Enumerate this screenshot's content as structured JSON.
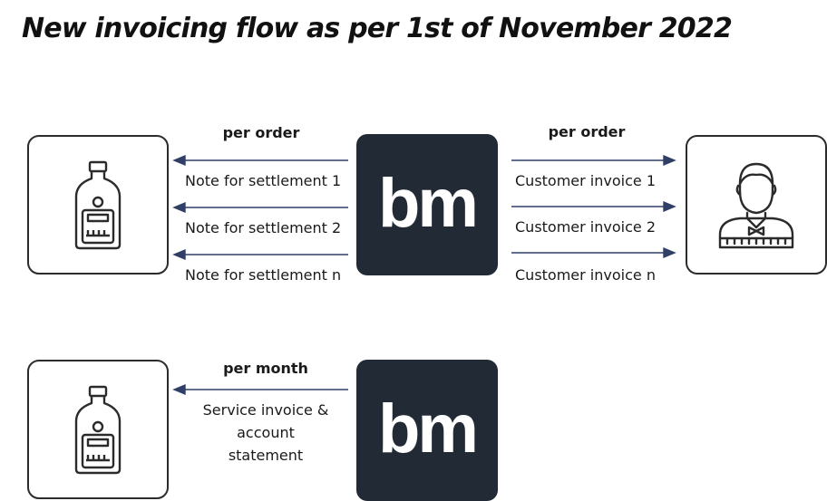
{
  "title": "New invoicing flow as per 1st of November 2022",
  "logo": {
    "text": "bm"
  },
  "colors": {
    "logo_bg": "#222a35",
    "arrow": "#2f3f66",
    "border": "#2b2b2b"
  },
  "icons": {
    "supplier": "bottle-icon",
    "customer": "waiter-icon"
  },
  "top_flow": {
    "left_heading": "per order",
    "right_heading": "per order",
    "left_labels": [
      "Note for settlement 1",
      "Note for settlement 2",
      "Note for settlement n"
    ],
    "right_labels": [
      "Customer invoice 1",
      "Customer invoice 2",
      "Customer invoice n"
    ]
  },
  "bottom_flow": {
    "heading": "per month",
    "label_lines": [
      "Service invoice &",
      "account",
      "statement"
    ]
  }
}
